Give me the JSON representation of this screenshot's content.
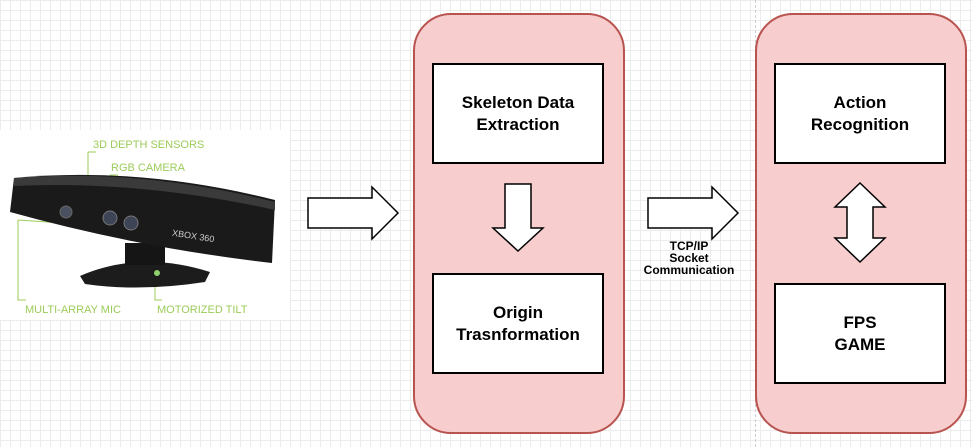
{
  "kinect": {
    "labels": {
      "depth": "3D DEPTH SENSORS",
      "rgb": "RGB CAMERA",
      "mic": "MULTI-ARRAY MIC",
      "tilt": "MOTORIZED TILT"
    },
    "branding": "XBOX 360"
  },
  "stage1": {
    "box_top": "Skeleton Data\nExtraction",
    "box_bottom": "Origin\nTrasnformation"
  },
  "connection": {
    "label": "TCP/IP\nSocket\nCommunication"
  },
  "stage2": {
    "box_top": "Action\nRecognition",
    "box_bottom": "FPS\nGAME"
  },
  "colors": {
    "stage_fill": "#f8cdcd",
    "stage_border": "#b85450",
    "label_green": "#9ccc5a"
  }
}
